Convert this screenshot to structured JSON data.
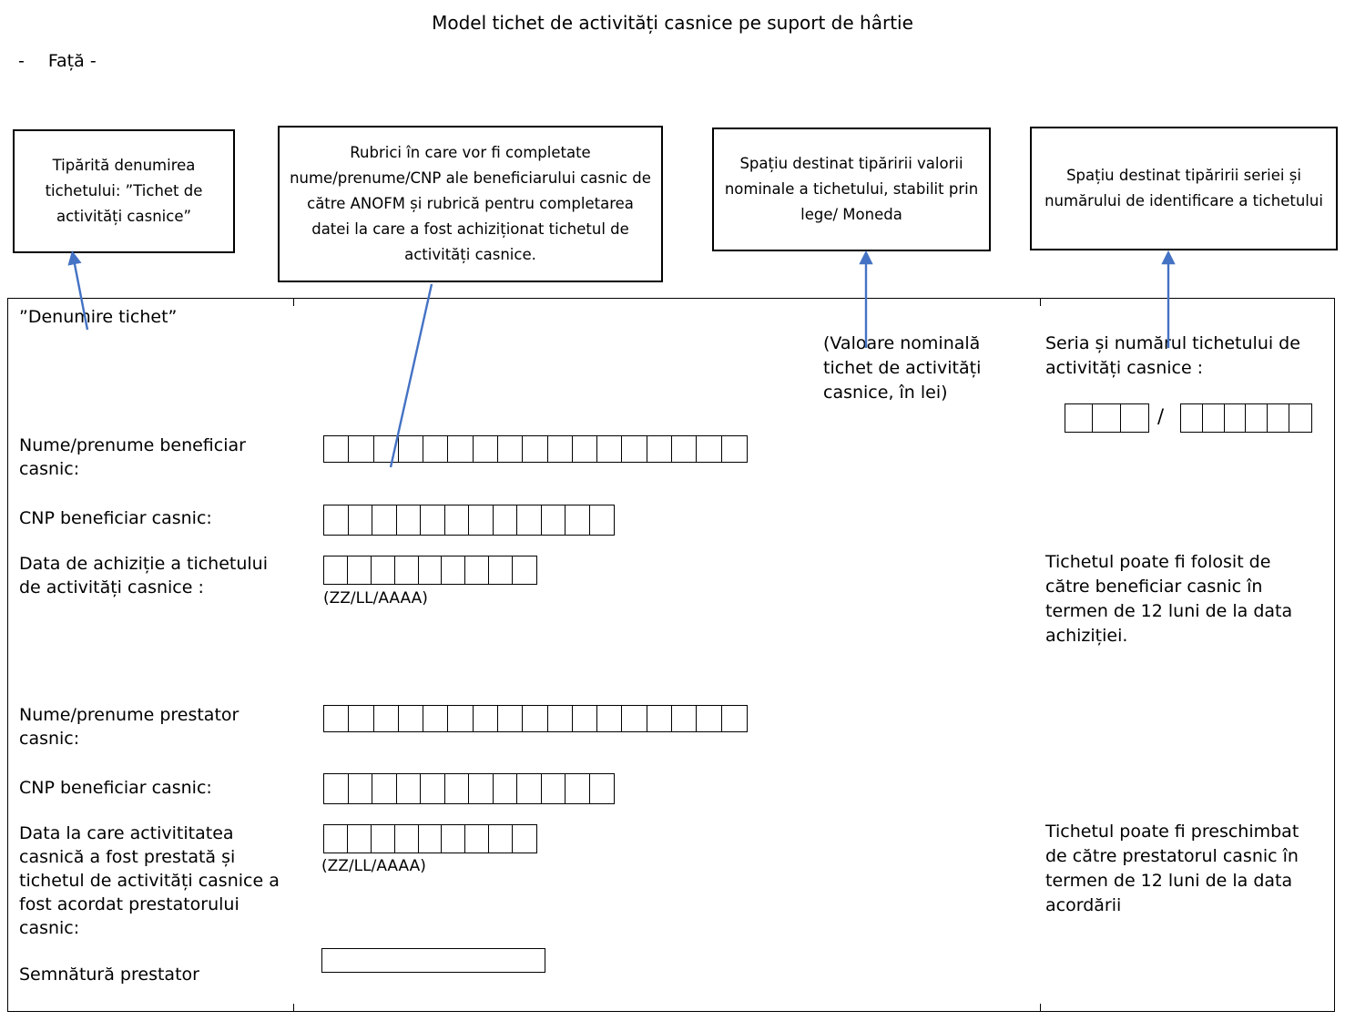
{
  "document": {
    "title": "Model tichet de activități casnice pe suport de hârtie",
    "side_label_dash": "-",
    "side_label": "Față -"
  },
  "callouts": [
    {
      "id": "denumire",
      "text": "Tipărită denumirea tichetului: ”Tichet de activități casnice”"
    },
    {
      "id": "rubrici",
      "text": "Rubrici în care vor fi completate nume/prenume/CNP ale beneficiarului casnic de către ANOFM și rubrică pentru completarea datei la care a fost achiziționat tichetul de activități casnice."
    },
    {
      "id": "valoare",
      "text": "Spațiu destinat tipăririi valorii nominale a tichetului, stabilit prin lege/ Moneda"
    },
    {
      "id": "serie",
      "text": "Spațiu destinat tipăririi seriei și numărului de identificare a tichetului"
    }
  ],
  "ticket": {
    "header": "”Denumire tichet”",
    "fields": [
      {
        "id": "nume-beneficiar",
        "label": "Nume/prenume beneficiar\ncasnic:",
        "cells": 17,
        "hint": ""
      },
      {
        "id": "cnp-beneficiar",
        "label": "CNP beneficiar casnic:",
        "cells": 12,
        "hint": ""
      },
      {
        "id": "data-achizitie",
        "label": "Data de achiziție a tichetului\nde activități casnice :",
        "cells": 9,
        "hint": "(ZZ/LL/AAAA)"
      },
      {
        "id": "nume-prestator",
        "label": "Nume/prenume prestator\ncasnic:",
        "cells": 17,
        "hint": ""
      },
      {
        "id": "cnp-prestator",
        "label": "CNP beneficiar casnic:",
        "cells": 12,
        "hint": ""
      },
      {
        "id": "data-prestare",
        "label": "Data la care activititatea\ncasnică a fost prestată și\ntichetul de activități casnice a\nfost acordat prestatorului\ncasnic:",
        "cells": 9,
        "hint": "(ZZ/LL/AAAA)"
      }
    ],
    "signature": {
      "label": "Semnătură prestator"
    },
    "value_note": "(Valoare nominală\ntichet de activități\ncasnice, în lei)",
    "serial": {
      "label": "Seria și numărul tichetului de\nactivități casnice :",
      "series_cells": 3,
      "separator": "/",
      "number_cells": 6
    },
    "notes": [
      {
        "id": "beneficiar-note",
        "text": "Tichetul poate fi folosit de\ncătre beneficiar casnic în\ntermen de 12 luni de la data\nachiziției."
      },
      {
        "id": "prestator-note",
        "text": "Tichetul poate fi preschimbat\nde către prestatorul casnic în\ntermen de 12 luni de la data\nacordării"
      }
    ]
  },
  "colors": {
    "arrow": "#4472C4",
    "line": "#000000",
    "background": "#FFFFFF"
  }
}
